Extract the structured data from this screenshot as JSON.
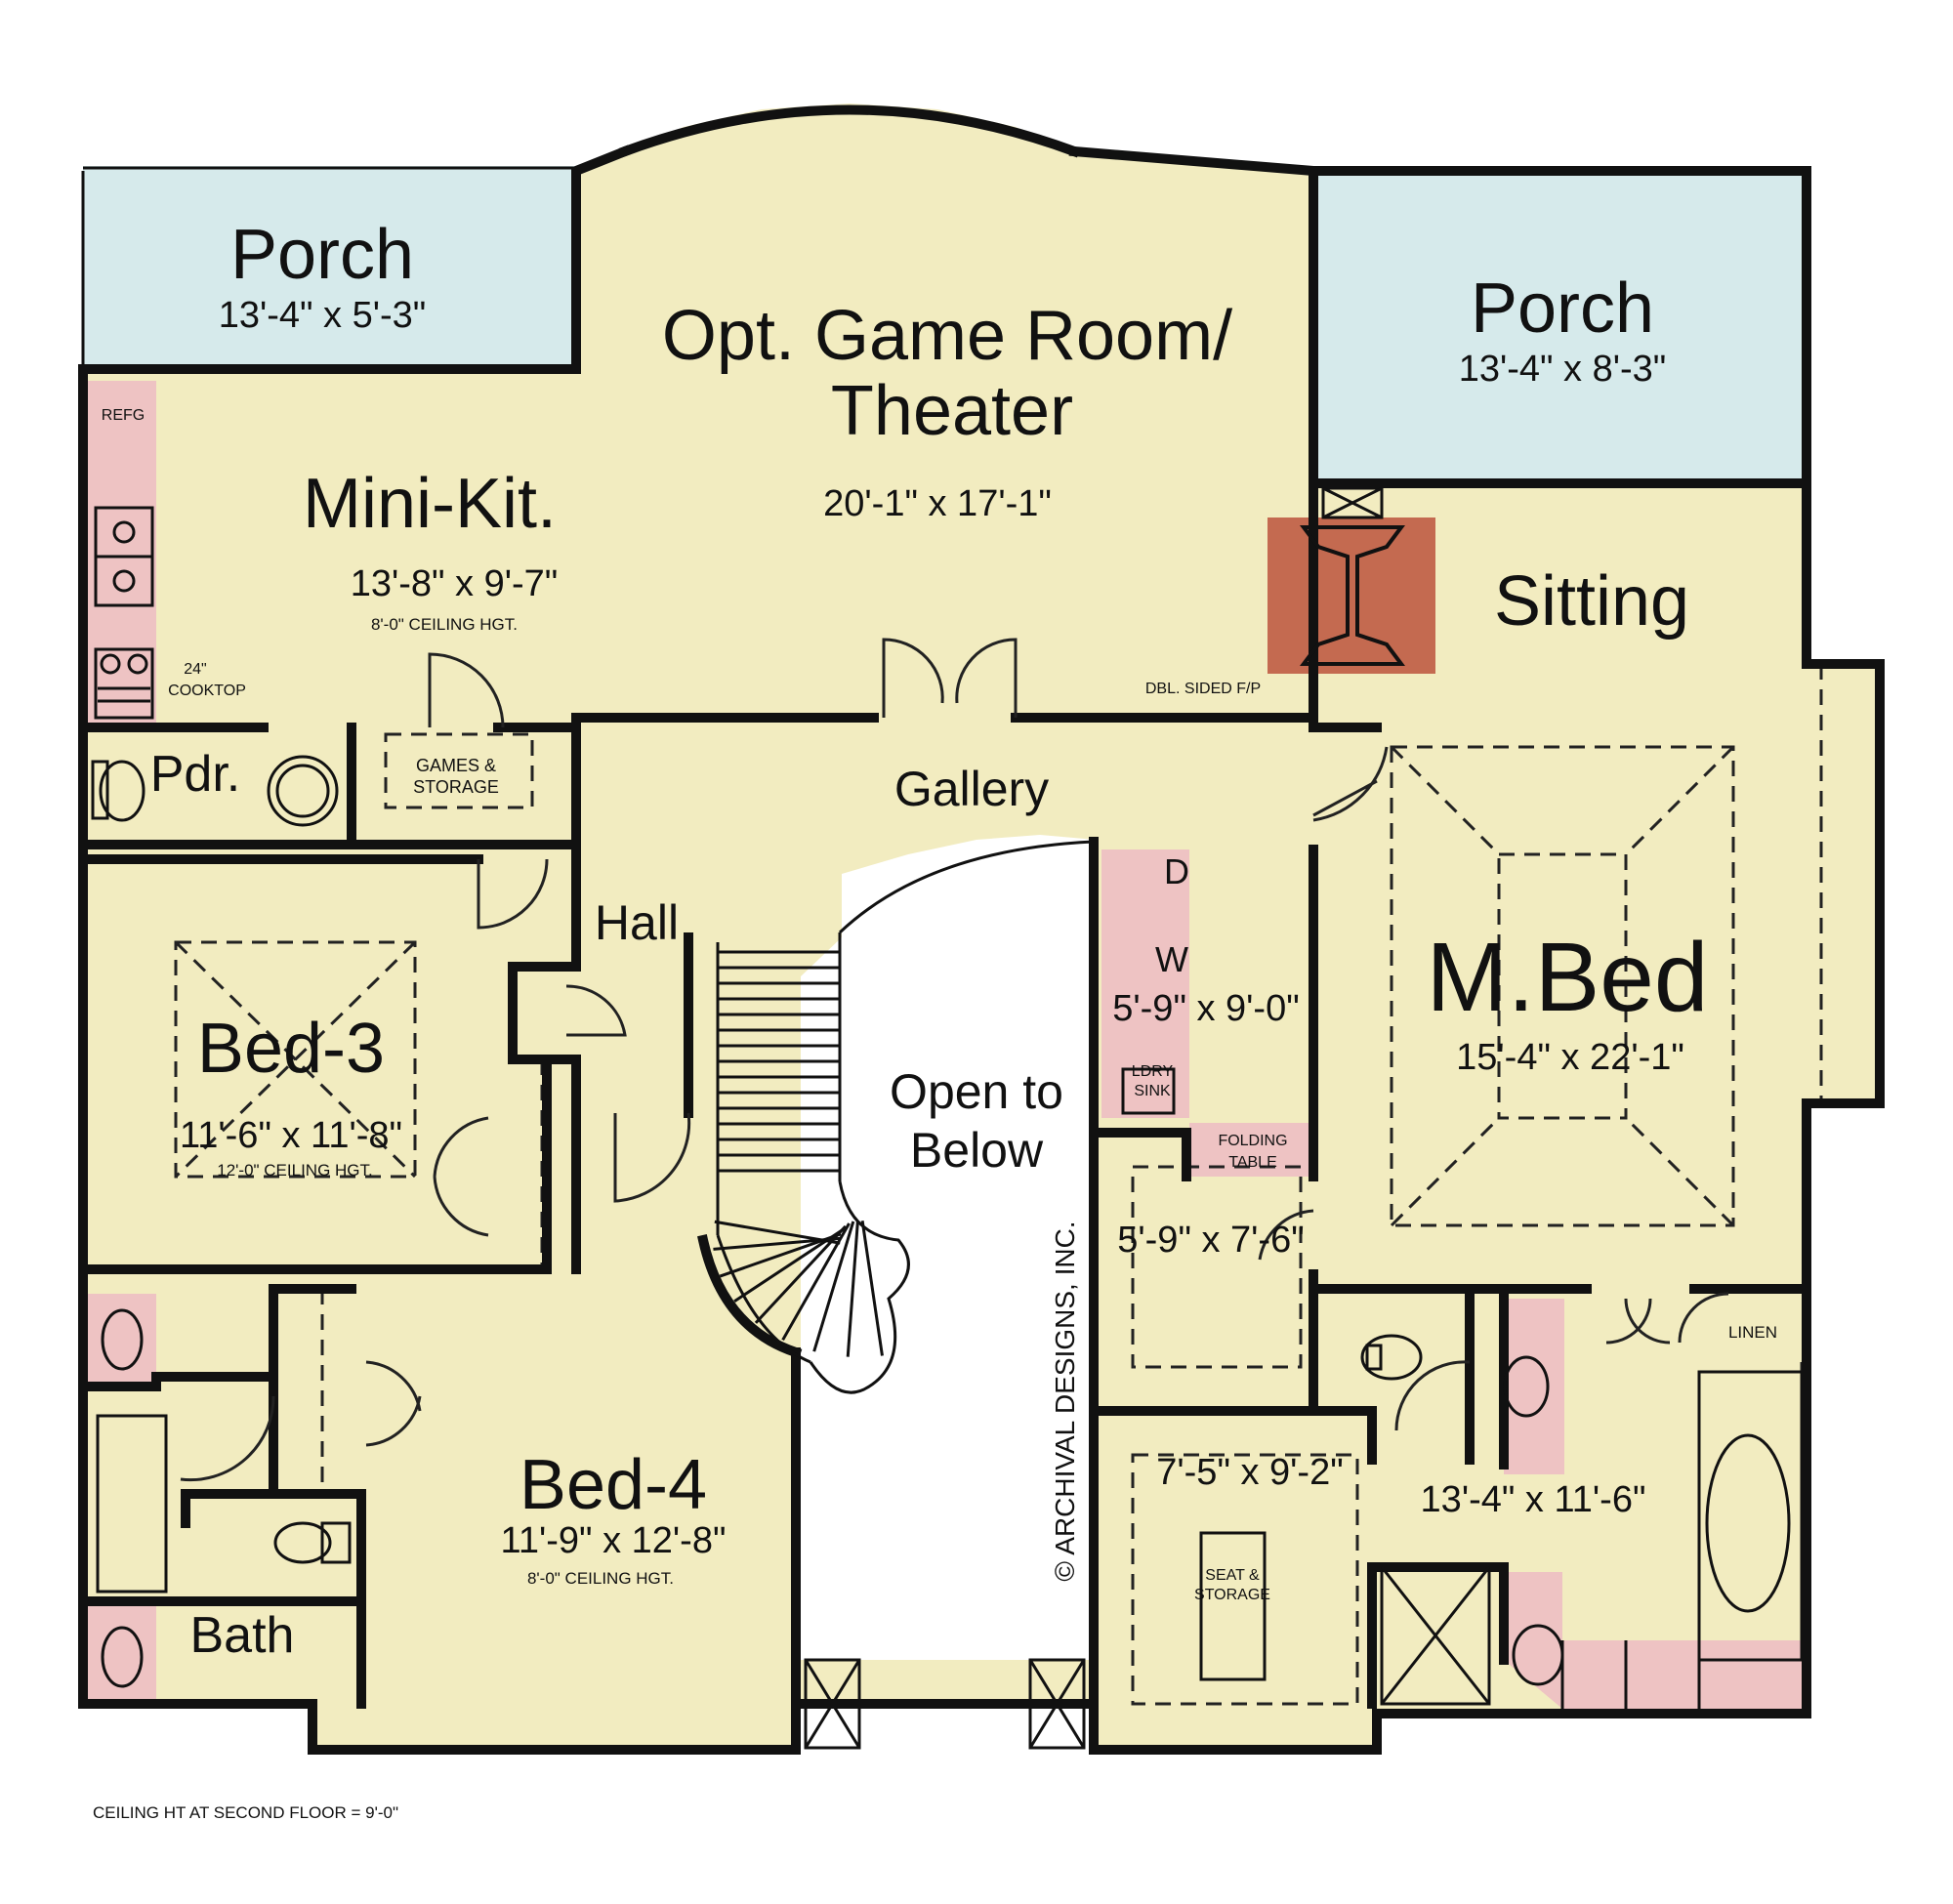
{
  "colors": {
    "floor": "#f2ecc0",
    "porch": "#d6eaeb",
    "fixture": "#eec3c3",
    "fireplace": "#c46a50",
    "wall": "#111111",
    "open_area": "#ffffff"
  },
  "rooms": {
    "porch_left": {
      "name": "Porch",
      "dims": "13'-4\" x 5'-3\""
    },
    "game_room": {
      "name_line1": "Opt. Game Room/",
      "name_line2": "Theater",
      "dims": "20'-1\" x 17'-1\""
    },
    "porch_right": {
      "name": "Porch",
      "dims": "13'-4\" x 8'-3\""
    },
    "mini_kit": {
      "name": "Mini-Kit.",
      "dims": "13'-8\" x 9'-7\"",
      "ceiling": "8'-0\" CEILING HGT."
    },
    "sitting": {
      "name": "Sitting"
    },
    "powder": {
      "name": "Pdr."
    },
    "games_storage": {
      "line1": "GAMES &",
      "line2": "STORAGE"
    },
    "gallery": {
      "name": "Gallery"
    },
    "hall": {
      "name": "Hall"
    },
    "bed3": {
      "name": "Bed-3",
      "dims": "11'-6\" x 11'-8\"",
      "ceiling": "12'-0\" CEILING HGT."
    },
    "open_below": {
      "line1": "Open to",
      "line2": "Below"
    },
    "laundry": {
      "dryer": "D",
      "washer": "W",
      "dims": "5'-9\" x 9'-0\"",
      "sink_line1": "LDRY",
      "sink_line2": "SINK",
      "folding_line1": "FOLDING",
      "folding_line2": "TABLE"
    },
    "closet_a": {
      "dims": "5'-9\" x 7'-6\""
    },
    "master_bed": {
      "name": "M.Bed",
      "dims": "15'-4\" x 22'-1\""
    },
    "bed4": {
      "name": "Bed-4",
      "dims": "11'-9\" x 12'-8\"",
      "ceiling": "8'-0\" CEILING HGT."
    },
    "closet_b": {
      "dims": "7'-5\" x 9'-2\"",
      "seat_line1": "SEAT &",
      "seat_line2": "STORAGE"
    },
    "master_bath": {
      "dims": "13'-4\" x 11'-6\"",
      "linen": "LINEN"
    },
    "bath": {
      "name": "Bath"
    }
  },
  "fixtures": {
    "refg": "REFG",
    "cooktop_line1": "24\"",
    "cooktop_line2": "COOKTOP",
    "fireplace": "DBL. SIDED F/P"
  },
  "copyright": "© ARCHIVAL DESIGNS, INC.",
  "footer_note": "CEILING HT AT SECOND FLOOR = 9'-0\""
}
